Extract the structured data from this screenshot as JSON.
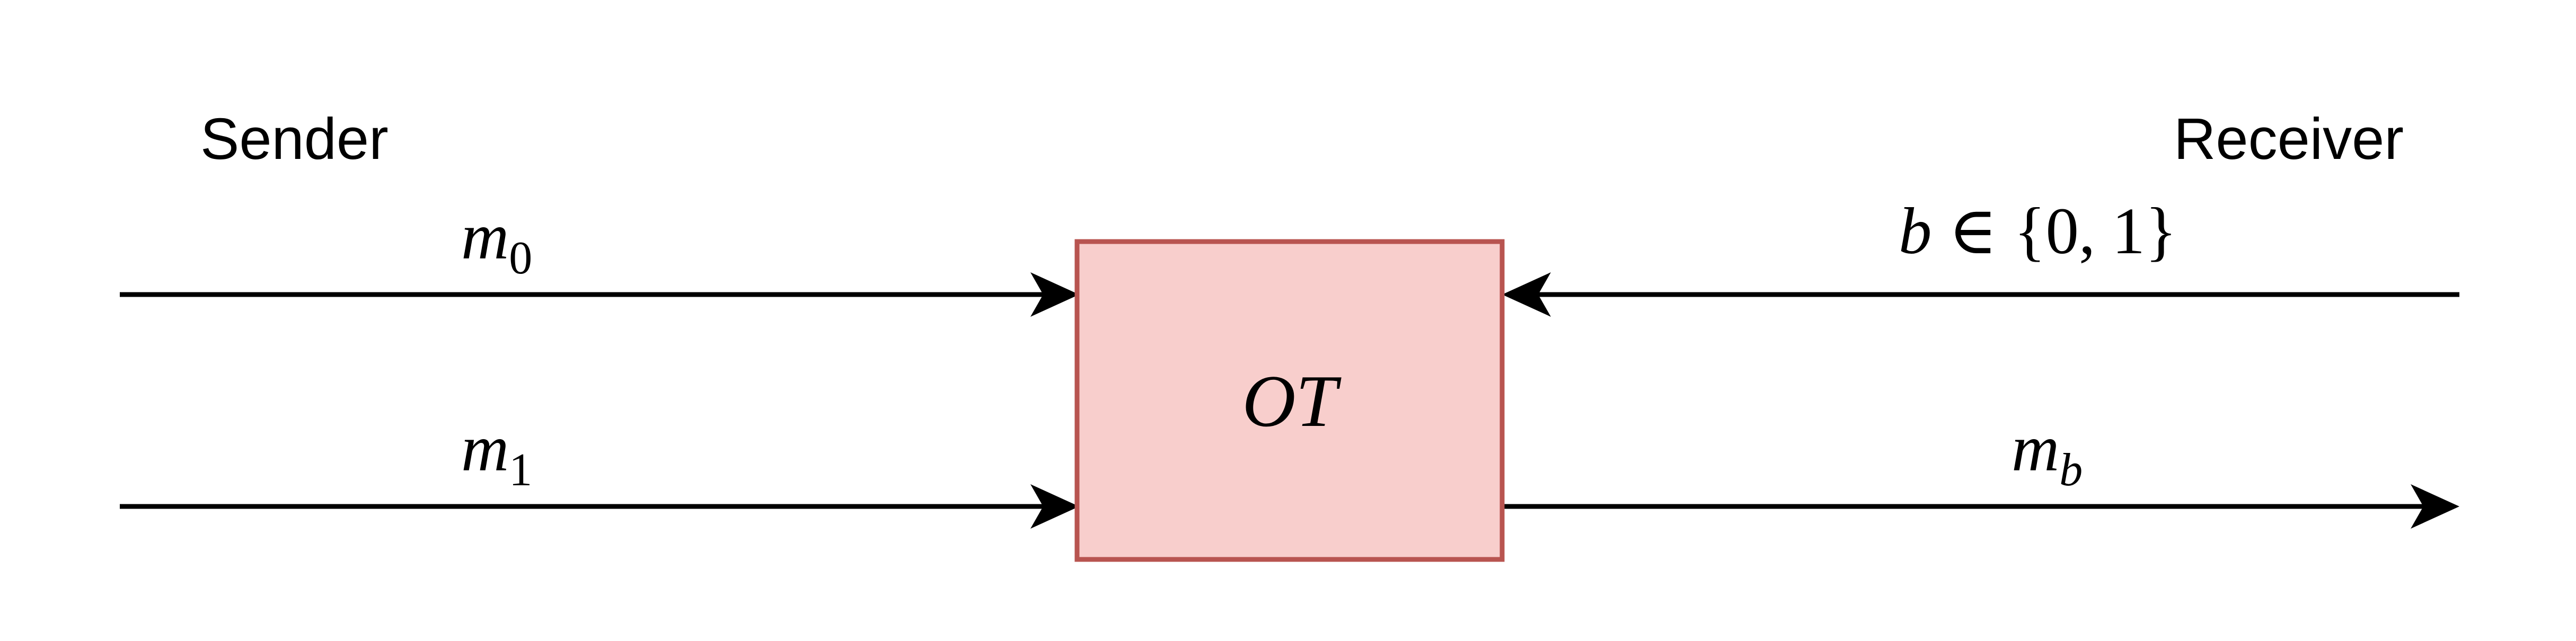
{
  "sender": {
    "label": "Sender"
  },
  "receiver": {
    "label": "Receiver"
  },
  "ot_box": {
    "label": "OT",
    "fill_color": "#f8cecc",
    "stroke_color": "#b85450"
  },
  "arrows": {
    "m0": {
      "base": "m",
      "sub": "0"
    },
    "m1": {
      "base": "m",
      "sub": "1"
    },
    "choice": {
      "var": "b",
      "rest": " ∈ {0, 1}"
    },
    "output": {
      "base": "m",
      "sub": "b"
    }
  },
  "colors": {
    "line": "#000000",
    "background": "#ffffff"
  }
}
